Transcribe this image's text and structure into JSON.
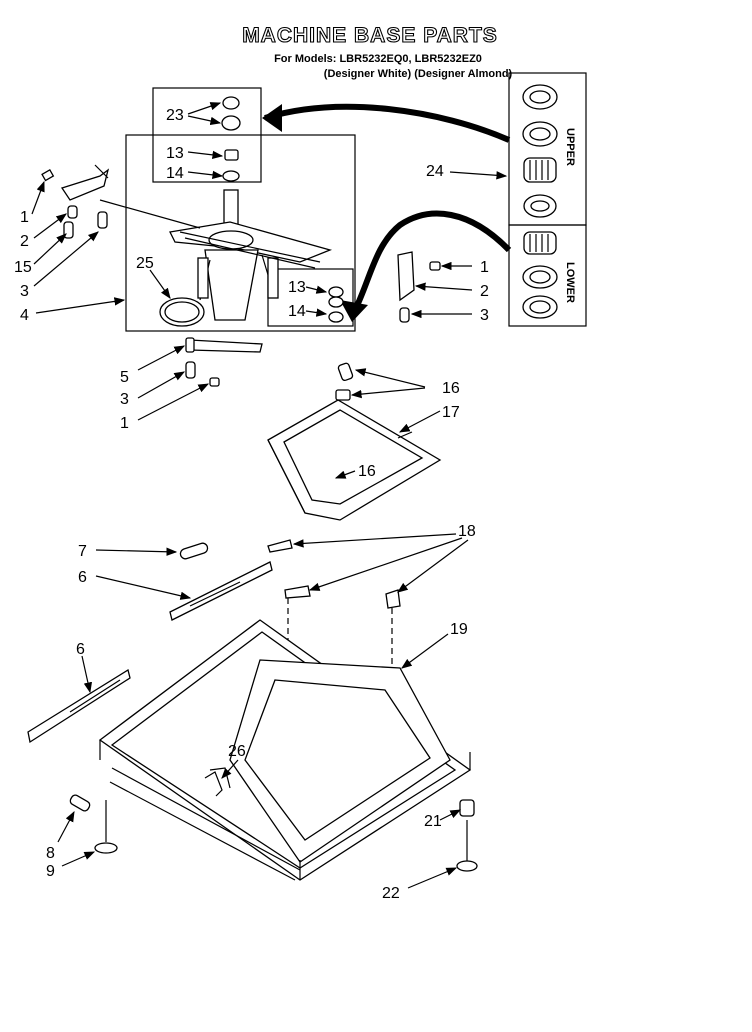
{
  "title": "MACHINE BASE PARTS",
  "models_line": "For Models: LBR5232EQ0, LBR5232EZ0",
  "colors_line": "(Designer White) (Designer Almond)",
  "upper_label": "UPPER",
  "lower_label": "LOWER",
  "callouts": {
    "c1a": "1",
    "c2a": "2",
    "c15": "15",
    "c3a": "3",
    "c4": "4",
    "c23": "23",
    "c13a": "13",
    "c14a": "14",
    "c25": "25",
    "c13b": "13",
    "c14b": "14",
    "c24": "24",
    "c1b": "1",
    "c2b": "2",
    "c3b": "3",
    "c5": "5",
    "c3c": "3",
    "c1c": "1",
    "c16a": "16",
    "c17": "17",
    "c16b": "16",
    "c7": "7",
    "c6a": "6",
    "c18": "18",
    "c6b": "6",
    "c19": "19",
    "c26": "26",
    "c8": "8",
    "c9": "9",
    "c21": "21",
    "c22": "22"
  }
}
